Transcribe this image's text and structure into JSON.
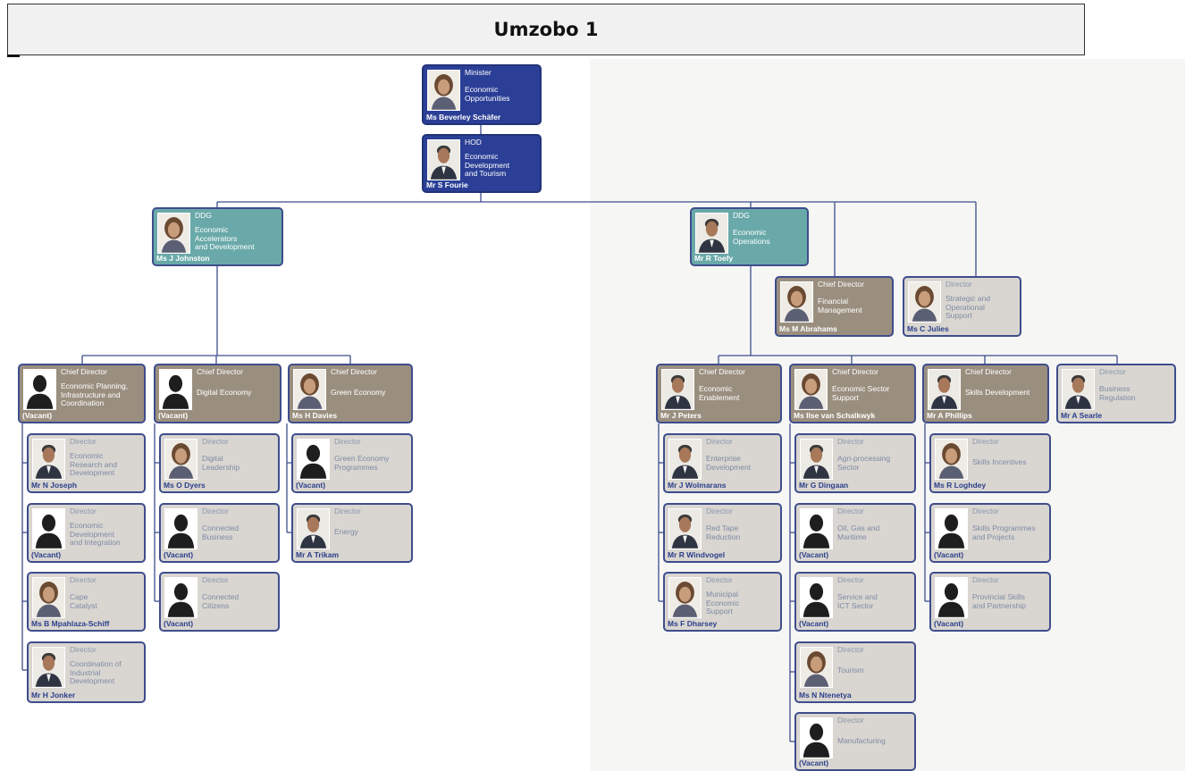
{
  "header": {
    "title": "Umzobo 1"
  },
  "people": [
    {
      "id": "minister",
      "role": "Minister",
      "desc": "Economic\nOpportunities",
      "name": "Ms Beverley Schäfer",
      "photo": "woman-photo"
    },
    {
      "id": "hod",
      "role": "HOD",
      "desc": "Economic\nDevelopment\nand Tourism",
      "name": "Mr S Fourie",
      "photo": "man-photo"
    },
    {
      "id": "ddg1",
      "role": "DDG",
      "desc": "Economic\nAccelerators\nand Development",
      "name": "Ms J Johnston",
      "photo": "woman-photo"
    },
    {
      "id": "ddg2",
      "role": "DDG",
      "desc": "Economic\nOperations",
      "name": "Mr R Toefy",
      "photo": "man-photo"
    },
    {
      "id": "fin",
      "role": "Chief Director",
      "desc": "Financial\nManagement",
      "name": "Ms M Abrahams",
      "photo": "woman-photo"
    },
    {
      "id": "strat",
      "role": "Director",
      "desc": "Strategic and\nOperational\nSupport",
      "name": "Ms C Julies",
      "photo": "woman-photo"
    },
    {
      "id": "cd1",
      "role": "Chief Director",
      "desc": "Economic Planning,\nInfrastructure and\nCoordination",
      "name": "(Vacant)",
      "photo": "silhouette"
    },
    {
      "id": "cd2",
      "role": "Chief Director",
      "desc": "Digital Economy",
      "name": "(Vacant)",
      "photo": "silhouette"
    },
    {
      "id": "cd3",
      "role": "Chief Director",
      "desc": "Green Economy",
      "name": "Ms H Davies",
      "photo": "woman-photo"
    },
    {
      "id": "d11",
      "role": "Director",
      "desc": "Economic\nResearch and\nDevelopment",
      "name": "Mr N Joseph",
      "photo": "man-photo"
    },
    {
      "id": "d12",
      "role": "Director",
      "desc": "Economic\nDevelopment\nand Integration",
      "name": "(Vacant)",
      "photo": "silhouette"
    },
    {
      "id": "d13",
      "role": "Director",
      "desc": "Cape\nCatalyst",
      "name": "Ms B Mpahlaza-Schiff",
      "photo": "woman-photo"
    },
    {
      "id": "d14",
      "role": "Director",
      "desc": "Coordination of\nIndustrial\nDevelopment",
      "name": "Mr H Jonker",
      "photo": "man-photo"
    },
    {
      "id": "d21",
      "role": "Director",
      "desc": "Digital\nLeadership",
      "name": "Ms O Dyers",
      "photo": "woman-photo"
    },
    {
      "id": "d22",
      "role": "Director",
      "desc": "Connected\nBusiness",
      "name": "(Vacant)",
      "photo": "silhouette"
    },
    {
      "id": "d23",
      "role": "Director",
      "desc": "Connected\nCitizens",
      "name": "(Vacant)",
      "photo": "silhouette"
    },
    {
      "id": "d31",
      "role": "Director",
      "desc": "Green Economy\nProgrammes",
      "name": "(Vacant)",
      "photo": "silhouette"
    },
    {
      "id": "d32",
      "role": "Director",
      "desc": "Energy",
      "name": "Mr A Trikam",
      "photo": "man-photo"
    },
    {
      "id": "cd4",
      "role": "Chief Director",
      "desc": "Economic\nEnablement",
      "name": "Mr J Peters",
      "photo": "man-photo"
    },
    {
      "id": "cd5",
      "role": "Chief Director",
      "desc": "Economic Sector\nSupport",
      "name": "Ms Ilse van Schalkwyk",
      "photo": "woman-photo"
    },
    {
      "id": "cd6",
      "role": "Chief Director",
      "desc": "Skills Development",
      "name": "Mr A Phillips",
      "photo": "man-photo"
    },
    {
      "id": "breg",
      "role": "Director",
      "desc": "Business\nRegulation",
      "name": "Mr A Searle",
      "photo": "man-photo"
    },
    {
      "id": "d41",
      "role": "Director",
      "desc": "Enterprise\nDevelopment",
      "name": "Mr J Wolmarans",
      "photo": "man-photo"
    },
    {
      "id": "d42",
      "role": "Director",
      "desc": "Red Tape\nReduction",
      "name": "Mr R Windvogel",
      "photo": "man-photo"
    },
    {
      "id": "d43",
      "role": "Director",
      "desc": "Municipal\nEconomic\nSupport",
      "name": "Ms F Dharsey",
      "photo": "woman-photo"
    },
    {
      "id": "d51",
      "role": "Director",
      "desc": "Agri-processing\nSector",
      "name": "Mr G Dingaan",
      "photo": "man-photo"
    },
    {
      "id": "d52",
      "role": "Director",
      "desc": "Oil, Gas and\nMaritime",
      "name": "(Vacant)",
      "photo": "silhouette"
    },
    {
      "id": "d53",
      "role": "Director",
      "desc": "Service and\nICT Sector",
      "name": "(Vacant)",
      "photo": "silhouette"
    },
    {
      "id": "d54",
      "role": "Director",
      "desc": "Tourism",
      "name": "Ms N Ntenetya",
      "photo": "woman-photo"
    },
    {
      "id": "d55",
      "role": "Director",
      "desc": "Manufacturing",
      "name": "(Vacant)",
      "photo": "silhouette"
    },
    {
      "id": "d61",
      "role": "Director",
      "desc": "Skills Incentives",
      "name": "Ms R Loghdey",
      "photo": "woman-photo"
    },
    {
      "id": "d62",
      "role": "Director",
      "desc": "Skills Programmes\nand Projects",
      "name": "(Vacant)",
      "photo": "silhouette"
    },
    {
      "id": "d63",
      "role": "Director",
      "desc": "Provincial Skills\nand Partnership",
      "name": "(Vacant)",
      "photo": "silhouette"
    }
  ]
}
